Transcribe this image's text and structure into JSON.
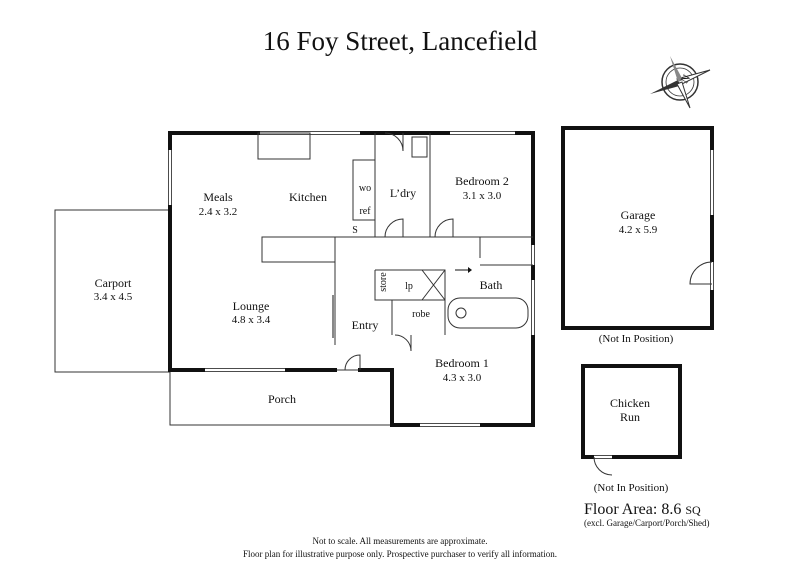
{
  "title": "16 Foy Street, Lancefield",
  "rooms": {
    "meals": {
      "name": "Meals",
      "size": "2.4 x 3.2"
    },
    "kitchen": {
      "name": "Kitchen"
    },
    "wo": "wo",
    "ref": "ref",
    "s": "S",
    "laundry": {
      "name": "L’dry"
    },
    "bedroom2": {
      "name": "Bedroom 2",
      "size": "3.1 x 3.0"
    },
    "garage": {
      "name": "Garage",
      "size": "4.2 x 5.9",
      "note": "(Not In Position)"
    },
    "carport": {
      "name": "Carport",
      "size": "3.4 x 4.5"
    },
    "lounge": {
      "name": "Lounge",
      "size": "4.8 x 3.4"
    },
    "store": "store",
    "lp": "lp",
    "bath": {
      "name": "Bath"
    },
    "robe": "robe",
    "entry": {
      "name": "Entry"
    },
    "bedroom1": {
      "name": "Bedroom 1",
      "size": "4.3 x 3.0"
    },
    "porch": {
      "name": "Porch"
    },
    "chicken_run": {
      "line1": "Chicken",
      "line2": "Run",
      "note": "(Not In Position)"
    }
  },
  "floor_area": {
    "label": "Floor Area: 8.6",
    "unit": "SQ",
    "note": "(excl. Garage/Carport/Porch/Shed)"
  },
  "footer": {
    "line1": "Not to scale. All measurements are approximate.",
    "line2": "Floor plan for illustrative purpose only. Prospective purchaser to verify all information."
  },
  "compass": {
    "icon": "compass-rose-icon"
  }
}
